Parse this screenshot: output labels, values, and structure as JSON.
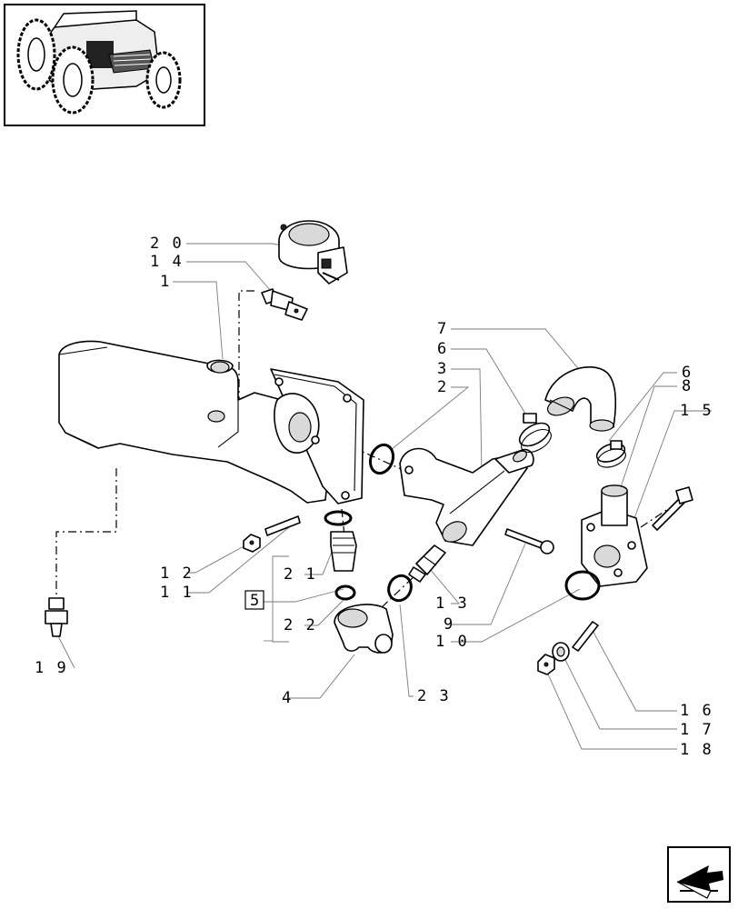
{
  "callouts": [
    {
      "id": "20",
      "text": "2 0"
    },
    {
      "id": "14",
      "text": "1 4"
    },
    {
      "id": "1",
      "text": "1"
    },
    {
      "id": "7",
      "text": "7"
    },
    {
      "id": "6a",
      "text": "6"
    },
    {
      "id": "3",
      "text": "3"
    },
    {
      "id": "2",
      "text": "2"
    },
    {
      "id": "6b",
      "text": "6"
    },
    {
      "id": "8",
      "text": "8"
    },
    {
      "id": "15",
      "text": "1 5"
    },
    {
      "id": "12",
      "text": "1 2"
    },
    {
      "id": "11",
      "text": "1 1"
    },
    {
      "id": "21",
      "text": "2 1"
    },
    {
      "id": "5",
      "text": "5"
    },
    {
      "id": "22",
      "text": "2 2"
    },
    {
      "id": "13",
      "text": "1 3"
    },
    {
      "id": "9",
      "text": "9"
    },
    {
      "id": "10",
      "text": "1 0"
    },
    {
      "id": "19",
      "text": "1 9"
    },
    {
      "id": "4",
      "text": "4"
    },
    {
      "id": "23",
      "text": "2 3"
    },
    {
      "id": "16",
      "text": "1 6"
    },
    {
      "id": "17",
      "text": "1 7"
    },
    {
      "id": "18",
      "text": "1 8"
    }
  ],
  "icons": {
    "thumbnail": "tractor-thumbnail-icon",
    "navigation": "next-page-arrow-icon"
  }
}
